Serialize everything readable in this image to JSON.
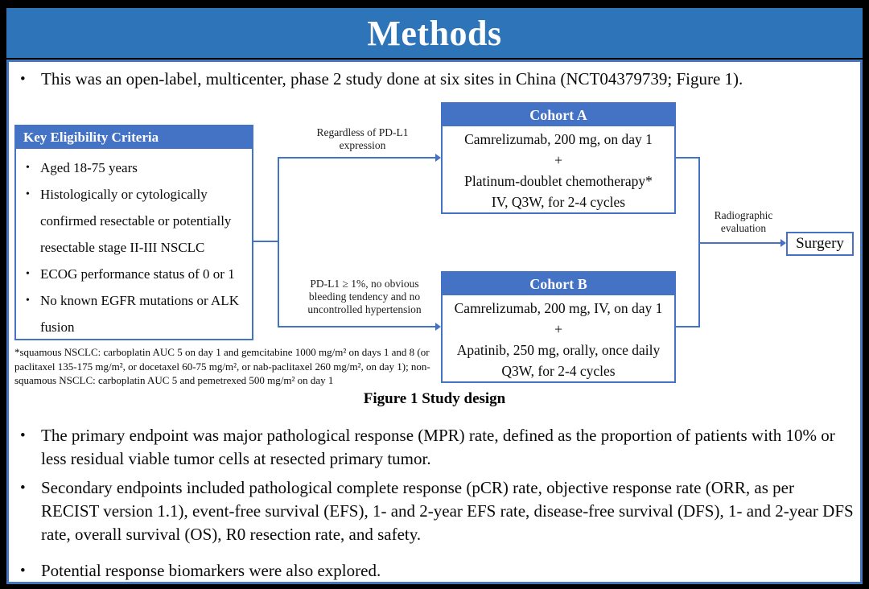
{
  "slide": {
    "title": "Methods",
    "intro_bullet": "This was an open-label, multicenter, phase 2 study done at six sites in China (NCT04379739; Figure 1).",
    "figure": {
      "eligibility": {
        "header": "Key Eligibility Criteria",
        "items": [
          "Aged 18-75 years",
          "Histologically or cytologically confirmed resectable or potentially resectable stage II-III NSCLC",
          "ECOG performance status of 0 or 1",
          "No known EGFR mutations or ALK fusion"
        ]
      },
      "branch_label_a": "Regardless of PD-L1 expression",
      "branch_label_b": "PD-L1 ≥ 1%, no obvious bleeding tendency and no uncontrolled hypertension",
      "cohort_a": {
        "header": "Cohort A",
        "lines": [
          "Camrelizumab, 200 mg, on day 1",
          "+",
          "Platinum-doublet chemotherapy*",
          "IV, Q3W, for 2-4 cycles"
        ]
      },
      "cohort_b": {
        "header": "Cohort B",
        "lines": [
          "Camrelizumab, 200 mg, IV, on day 1",
          "+",
          "Apatinib, 250 mg, orally, once daily",
          "Q3W, for 2-4 cycles"
        ]
      },
      "evaluation_label": "Radiographic evaluation",
      "surgery_label": "Surgery",
      "footnote": "*squamous NSCLC: carboplatin AUC 5 on day 1 and gemcitabine 1000 mg/m² on days 1 and 8 (or paclitaxel 135-175 mg/m², or docetaxel 60-75 mg/m², or nab-paclitaxel 260 mg/m², on day 1); non-squamous NSCLC: carboplatin AUC 5 and pemetrexed 500 mg/m² on day 1",
      "caption": "Figure 1 Study design"
    },
    "bullets": [
      "The primary endpoint was major pathological response (MPR) rate, defined as the proportion of patients with 10% or less residual viable tumor cells at resected primary tumor.",
      "Secondary endpoints included pathological complete response (pCR) rate, objective response rate (ORR, as per RECIST version 1.1), event-free survival (EFS), 1- and 2-year EFS rate, disease-free survival (DFS), 1- and 2-year DFS rate, overall survival (OS), R0 resection rate, and safety.",
      "Potential response biomarkers were also explored."
    ],
    "colors": {
      "title_bar_blue": "#2e74b9",
      "accent_blue": "#4472c4",
      "frame_border_blue": "#4577c0",
      "background_black": "#000000"
    }
  }
}
